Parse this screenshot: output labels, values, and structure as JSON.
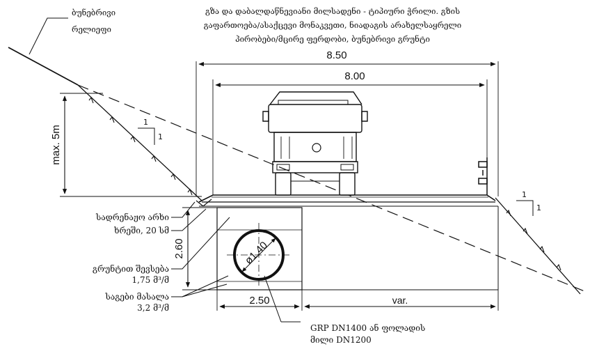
{
  "title_lines": [
    "გზა და დაბალდაწნევიანი მილსადენი - ტიპიური ჭრილი. გზის",
    "გაფართოება/ასაქცევი მონაკვეთი, ნიადაგის არახელსაყრელი",
    "პირობები/მცირე ფერდობი, ბუნებრივი გრუნტი"
  ],
  "labels": {
    "natural_relief": [
      "ბუნებრივი",
      "რელიეფი"
    ],
    "drainage_ditch": "სადრენაჟო არხი",
    "gravel": "ხრეში, 20 სმ",
    "soil_backfill": [
      "გრუნტით შევსება",
      "1,75 მ³/მ"
    ],
    "bedding": [
      "საგები მასალა",
      "3,2 მ³/მ"
    ],
    "pipe": [
      "GRP DN1400 ან ფოლადის",
      "მილი DN1200"
    ]
  },
  "dimensions": {
    "total_width": "8.50",
    "road_width": "8.00",
    "max_height": "max. 5m",
    "trench_depth": "2.60",
    "trench_width": "2.50",
    "variable": "var.",
    "pipe_diameter": "ø1.40"
  },
  "slope_marks": {
    "left": {
      "h": "1",
      "v": "1"
    },
    "right": {
      "h": "1",
      "v": "1"
    }
  }
}
